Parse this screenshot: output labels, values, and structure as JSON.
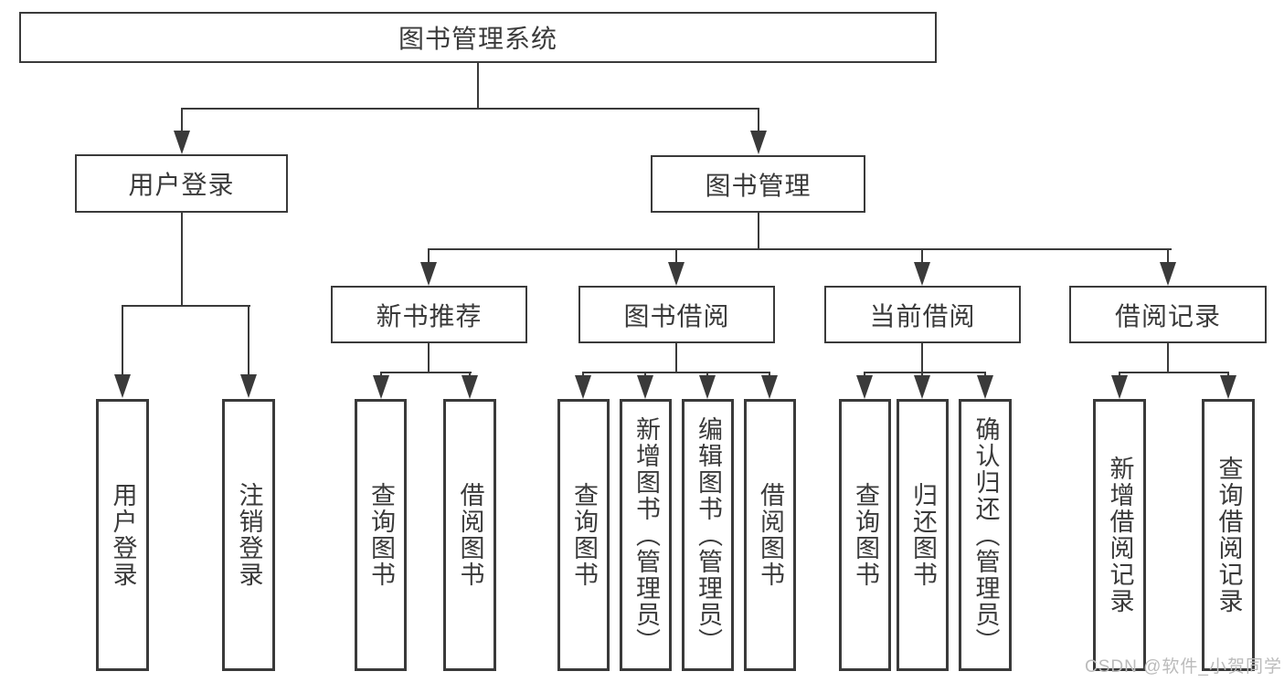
{
  "diagram": {
    "title": "图书管理系统",
    "branches": [
      {
        "label": "用户登录",
        "children": [
          {
            "label": "用户登录"
          },
          {
            "label": "注销登录"
          }
        ]
      },
      {
        "label": "图书管理",
        "children": [
          {
            "label": "新书推荐",
            "children": [
              {
                "label": "查询图书"
              },
              {
                "label": "借阅图书"
              }
            ]
          },
          {
            "label": "图书借阅",
            "children": [
              {
                "label": "查询图书"
              },
              {
                "label": "新增图书（管理员）"
              },
              {
                "label": "编辑图书（管理员）"
              },
              {
                "label": "借阅图书"
              }
            ]
          },
          {
            "label": "当前借阅",
            "children": [
              {
                "label": "查询图书"
              },
              {
                "label": "归还图书"
              },
              {
                "label": "确认归还（管理员）"
              }
            ]
          },
          {
            "label": "借阅记录",
            "children": [
              {
                "label": "新增借阅记录"
              },
              {
                "label": "查询借阅记录"
              }
            ]
          }
        ]
      }
    ]
  },
  "watermark": {
    "text": "CSDN @软件_小贺同学"
  },
  "colors": {
    "line": "#3a3a3a",
    "text": "#3a3a3a",
    "watermark": "#bbbbbb",
    "background": "#ffffff"
  }
}
